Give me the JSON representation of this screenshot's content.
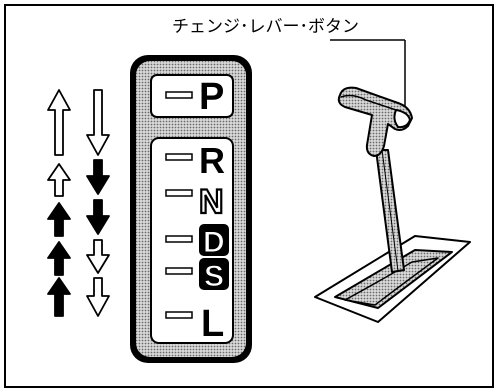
{
  "diagram": {
    "callout_label": "チェンジ･レバー･ボタン",
    "gears": [
      {
        "letter": "P",
        "style": "solid"
      },
      {
        "letter": "R",
        "style": "solid"
      },
      {
        "letter": "N",
        "style": "outline"
      },
      {
        "letter": "D",
        "style": "inverted"
      },
      {
        "letter": "S",
        "style": "inverted"
      },
      {
        "letter": "L",
        "style": "solid"
      }
    ],
    "colors": {
      "ink": "#000000",
      "panel_fill": "#bdbdbd",
      "window_fill": "#ffffff"
    }
  }
}
